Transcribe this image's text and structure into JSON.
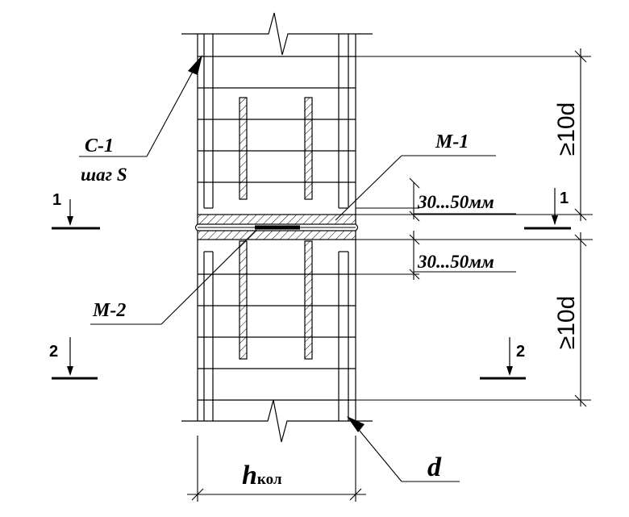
{
  "labels": {
    "mesh_c1": "С-1",
    "step_s": "шаг S",
    "plate_m1": "М-1",
    "plate_m2": "М-2",
    "gap_top": "30...50мм",
    "gap_bottom": "30...50мм",
    "len_top": "≥10d",
    "len_bottom": "≥10d",
    "section_1_left": "1",
    "section_1_right": "1",
    "section_2_left": "2",
    "section_2_right": "2",
    "h_main": "h",
    "h_sub": "кол",
    "bar_d": "d"
  }
}
